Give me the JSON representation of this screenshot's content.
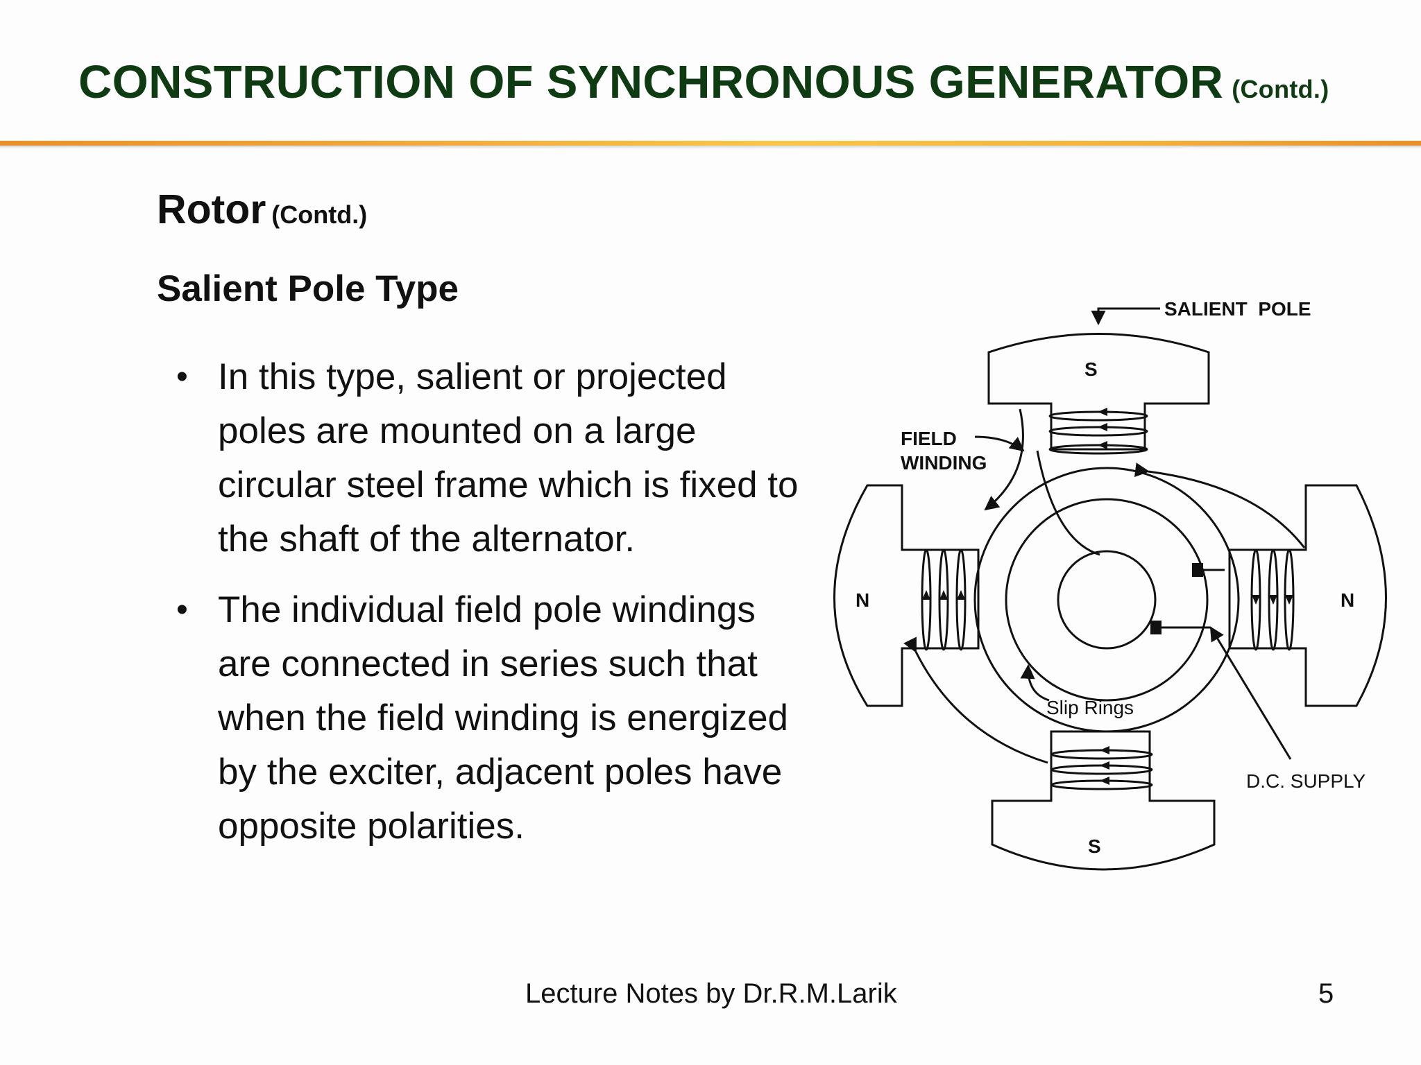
{
  "slide": {
    "title": "CONSTRUCTION OF SYNCHRONOUS GENERATOR",
    "title_suffix": "(Contd.)",
    "section": "Rotor",
    "section_suffix": "(Contd.)",
    "subsection": "Salient Pole Type",
    "bullets": [
      {
        "marker": "•",
        "text": "In this type, salient or projected poles are mounted on a large circular steel frame which is fixed to the shaft of the alternator."
      },
      {
        "marker": "•",
        "text": "The individual field pole windings are connected in series such that when the field winding is energized by the exciter, adjacent poles have opposite polarities."
      }
    ],
    "footer": "Lecture Notes by Dr.R.M.Larik",
    "page_number": "5",
    "colors": {
      "title": "#0e3b12",
      "rule": "#f2a83a",
      "text": "#111111"
    }
  },
  "diagram": {
    "labels": {
      "salient_pole": "SALIENT  POLE",
      "field_winding_1": "FIELD",
      "field_winding_2": "WINDING",
      "slip_rings": "Slip Rings",
      "dc_supply": "D.C. SUPPLY",
      "pole_top": "S",
      "pole_bottom": "S",
      "pole_left": "N",
      "pole_right": "N"
    }
  }
}
